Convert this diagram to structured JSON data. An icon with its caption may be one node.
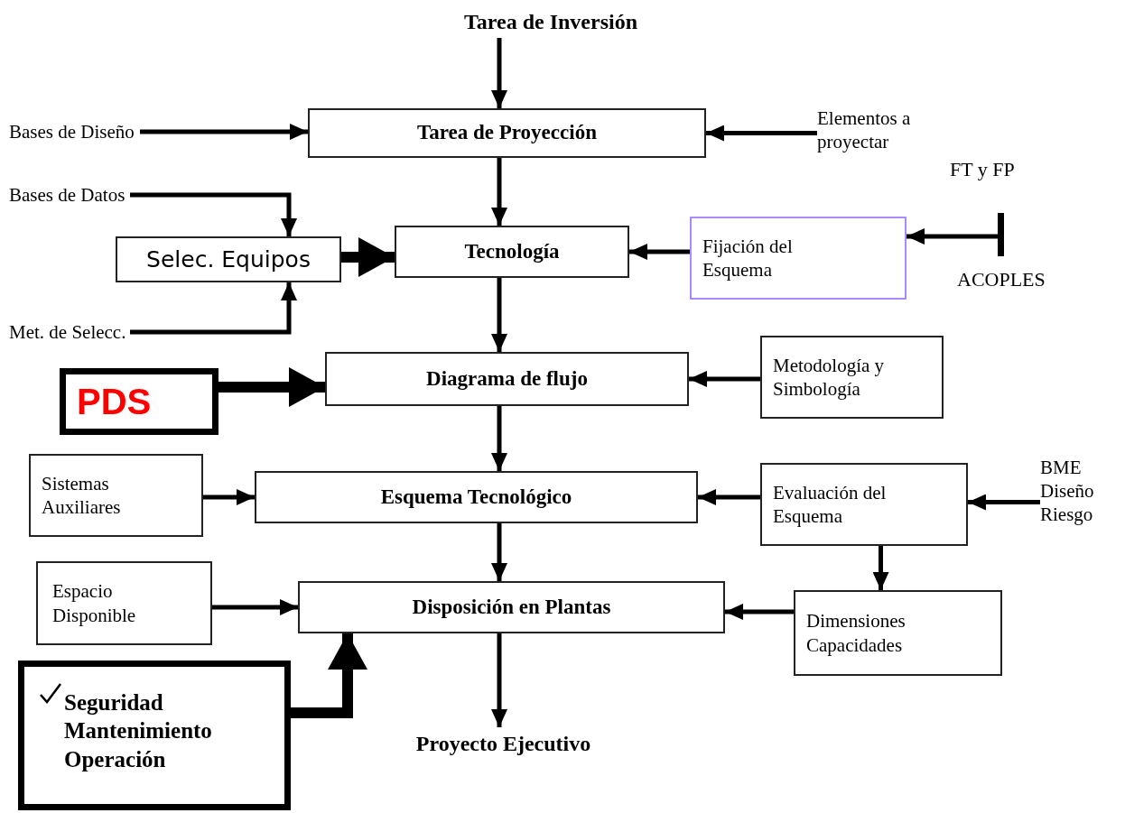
{
  "diagram": {
    "nodes": [
      {
        "text": [
          "Tarea de Inversión"
        ]
      },
      {
        "text": [
          "Bases de Diseño"
        ]
      },
      {
        "text": [
          "Tarea de Proyección"
        ]
      },
      {
        "text": [
          "Elementos a proyectar"
        ]
      },
      {
        "text": [
          "Bases de Datos"
        ]
      },
      {
        "text": [
          "Selec. Equipos"
        ]
      },
      {
        "text": [
          "Tecnología"
        ]
      },
      {
        "text": [
          "Fijación del Esquema"
        ]
      },
      {
        "text": [],
        "shape": "bar"
      },
      {
        "text": [
          "Met. de Selecc."
        ]
      },
      {
        "text": [
          "PDS"
        ]
      },
      {
        "text": [
          "Diagrama de flujo"
        ]
      },
      {
        "text": [
          "Metodología y Simbología"
        ]
      },
      {
        "text": [
          "Sistemas Auxiliares"
        ]
      },
      {
        "text": [
          "Esquema Tecnológico"
        ]
      },
      {
        "text": [
          "Evaluación del Esquema"
        ]
      },
      {
        "text": [
          "BME Diseño Riesgo"
        ]
      },
      {
        "text": [
          "Espacio Disponible"
        ]
      },
      {
        "text": [
          "Disposición en Plantas"
        ]
      },
      {
        "text": [
          "Dimensiones Capacidades"
        ]
      },
      {
        "text": [
          "Seguridad Mantenimiento Operación"
        ]
      },
      {
        "text": [
          "Proyecto Ejecutivo"
        ]
      }
    ],
    "edges": [
      {
        "from": 0,
        "to": 2,
        "arrow": "to"
      },
      {
        "from": 1,
        "to": 2,
        "arrow": "to"
      },
      {
        "from": 3,
        "to": 2,
        "arrow": "to"
      },
      {
        "from": 2,
        "to": 6,
        "arrow": "to"
      },
      {
        "from": 4,
        "to": 5,
        "arrow": "to"
      },
      {
        "from": 9,
        "to": 5,
        "arrow": "to"
      },
      {
        "from": 5,
        "to": 6,
        "arrow": "to",
        "style": "thick"
      },
      {
        "from": 7,
        "to": 6,
        "arrow": "to"
      },
      {
        "from": 8,
        "to": 7,
        "arrow": "to"
      },
      {
        "from": 6,
        "to": 11,
        "arrow": "to"
      },
      {
        "from": 10,
        "to": 11,
        "arrow": "to",
        "style": "thick"
      },
      {
        "from": 12,
        "to": 11,
        "arrow": "to"
      },
      {
        "from": 11,
        "to": 14,
        "arrow": "to"
      },
      {
        "from": 13,
        "to": 14,
        "arrow": "to"
      },
      {
        "from": 16,
        "to": 15,
        "arrow": "to"
      },
      {
        "from": 15,
        "to": 14,
        "arrow": "to"
      },
      {
        "from": 15,
        "to": 19,
        "arrow": "to"
      },
      {
        "from": 14,
        "to": 18,
        "arrow": "to"
      },
      {
        "from": 17,
        "to": 18,
        "arrow": "to"
      },
      {
        "from": 19,
        "to": 18,
        "arrow": "to"
      },
      {
        "from": 20,
        "to": 18,
        "arrow": "to",
        "style": "thick"
      },
      {
        "from": 18,
        "to": 21,
        "arrow": "to"
      }
    ],
    "labels": [
      "FT y FP",
      "ACOPLES"
    ]
  }
}
